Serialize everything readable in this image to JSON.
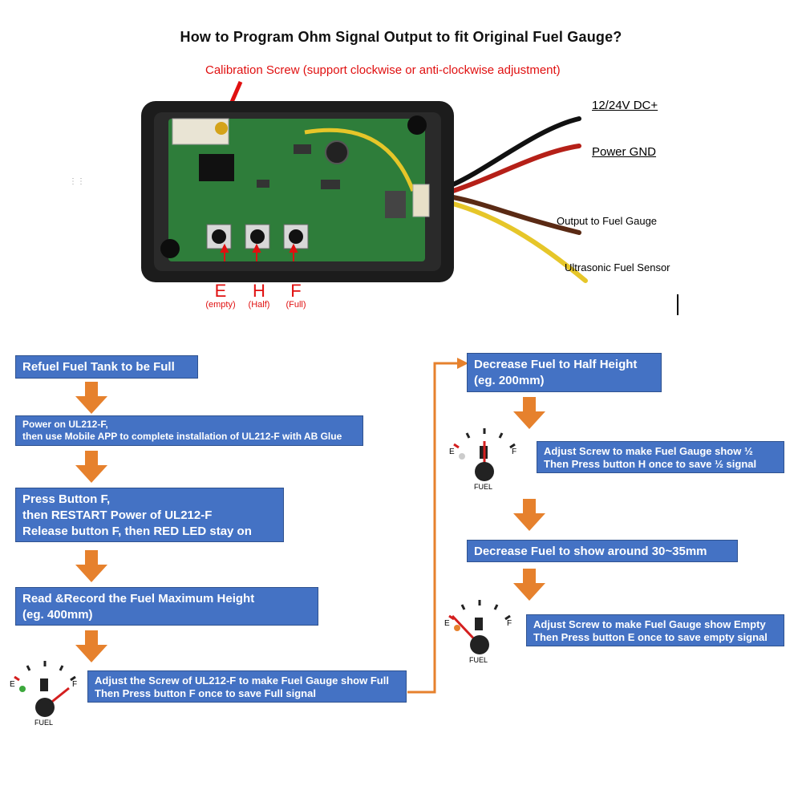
{
  "title": "How to Program Ohm Signal Output to fit Original Fuel Gauge?",
  "calibration_label": "Calibration Screw (support clockwise or anti-clockwise adjustment)",
  "wires": [
    {
      "label": "12/24V DC+",
      "color": "#111111"
    },
    {
      "label": "Power GND",
      "color": "#b52018"
    },
    {
      "label": "Output to Fuel Gauge",
      "color": "#5a2a14"
    },
    {
      "label": "Ultrasonic Fuel Sensor",
      "color": "#e6c629"
    }
  ],
  "buttons": [
    {
      "letter": "E",
      "caption": "(empty)"
    },
    {
      "letter": "H",
      "caption": "(Half)"
    },
    {
      "letter": "F",
      "caption": "(Full)"
    }
  ],
  "colors": {
    "step_fill": "#4472c4",
    "step_border": "#2f528f",
    "arrow": "#e6812d",
    "red_text": "#e01010",
    "pcb": "#2e7d3a"
  },
  "steps_left": [
    {
      "lines": [
        "Refuel Fuel Tank to be Full"
      ]
    },
    {
      "lines": [
        "Power on UL212-F,",
        "then use Mobile APP to complete installation of UL212-F with AB Glue"
      ]
    },
    {
      "lines": [
        "Press Button F,",
        "then RESTART Power of UL212-F",
        "Release button F, then RED LED stay on"
      ]
    },
    {
      "lines": [
        "Read &Record the Fuel Maximum Height",
        "(eg. 400mm)"
      ]
    },
    {
      "lines": [
        "Adjust the Screw of UL212-F to make Fuel Gauge show Full",
        "Then Press button F once to save Full signal"
      ]
    }
  ],
  "steps_right": [
    {
      "lines": [
        "Decrease Fuel to Half Height",
        "(eg. 200mm)"
      ]
    },
    {
      "lines": [
        "Adjust Screw to make Fuel Gauge show ½",
        "Then Press button H once to save ½ signal"
      ]
    },
    {
      "lines": [
        "Decrease Fuel to show around 30~35mm"
      ]
    },
    {
      "lines": [
        "Adjust Screw to make Fuel Gauge show Empty",
        "Then Press button E once to save empty signal"
      ]
    }
  ],
  "gauge_labels": {
    "empty": "E",
    "full": "F",
    "name": "FUEL"
  }
}
